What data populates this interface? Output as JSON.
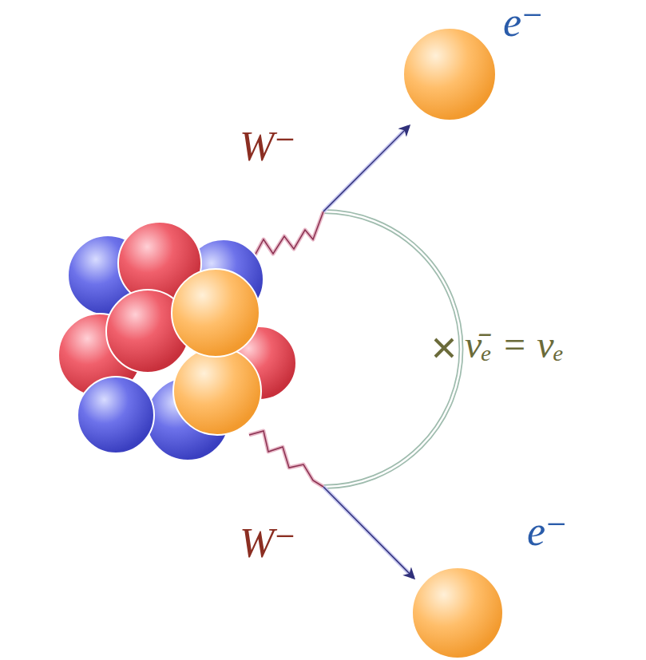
{
  "diagram": {
    "labels": [
      "e⁻",
      "W⁻",
      "ν̄ₑ = νₑ",
      "W⁻",
      "e⁻"
    ]
  }
}
